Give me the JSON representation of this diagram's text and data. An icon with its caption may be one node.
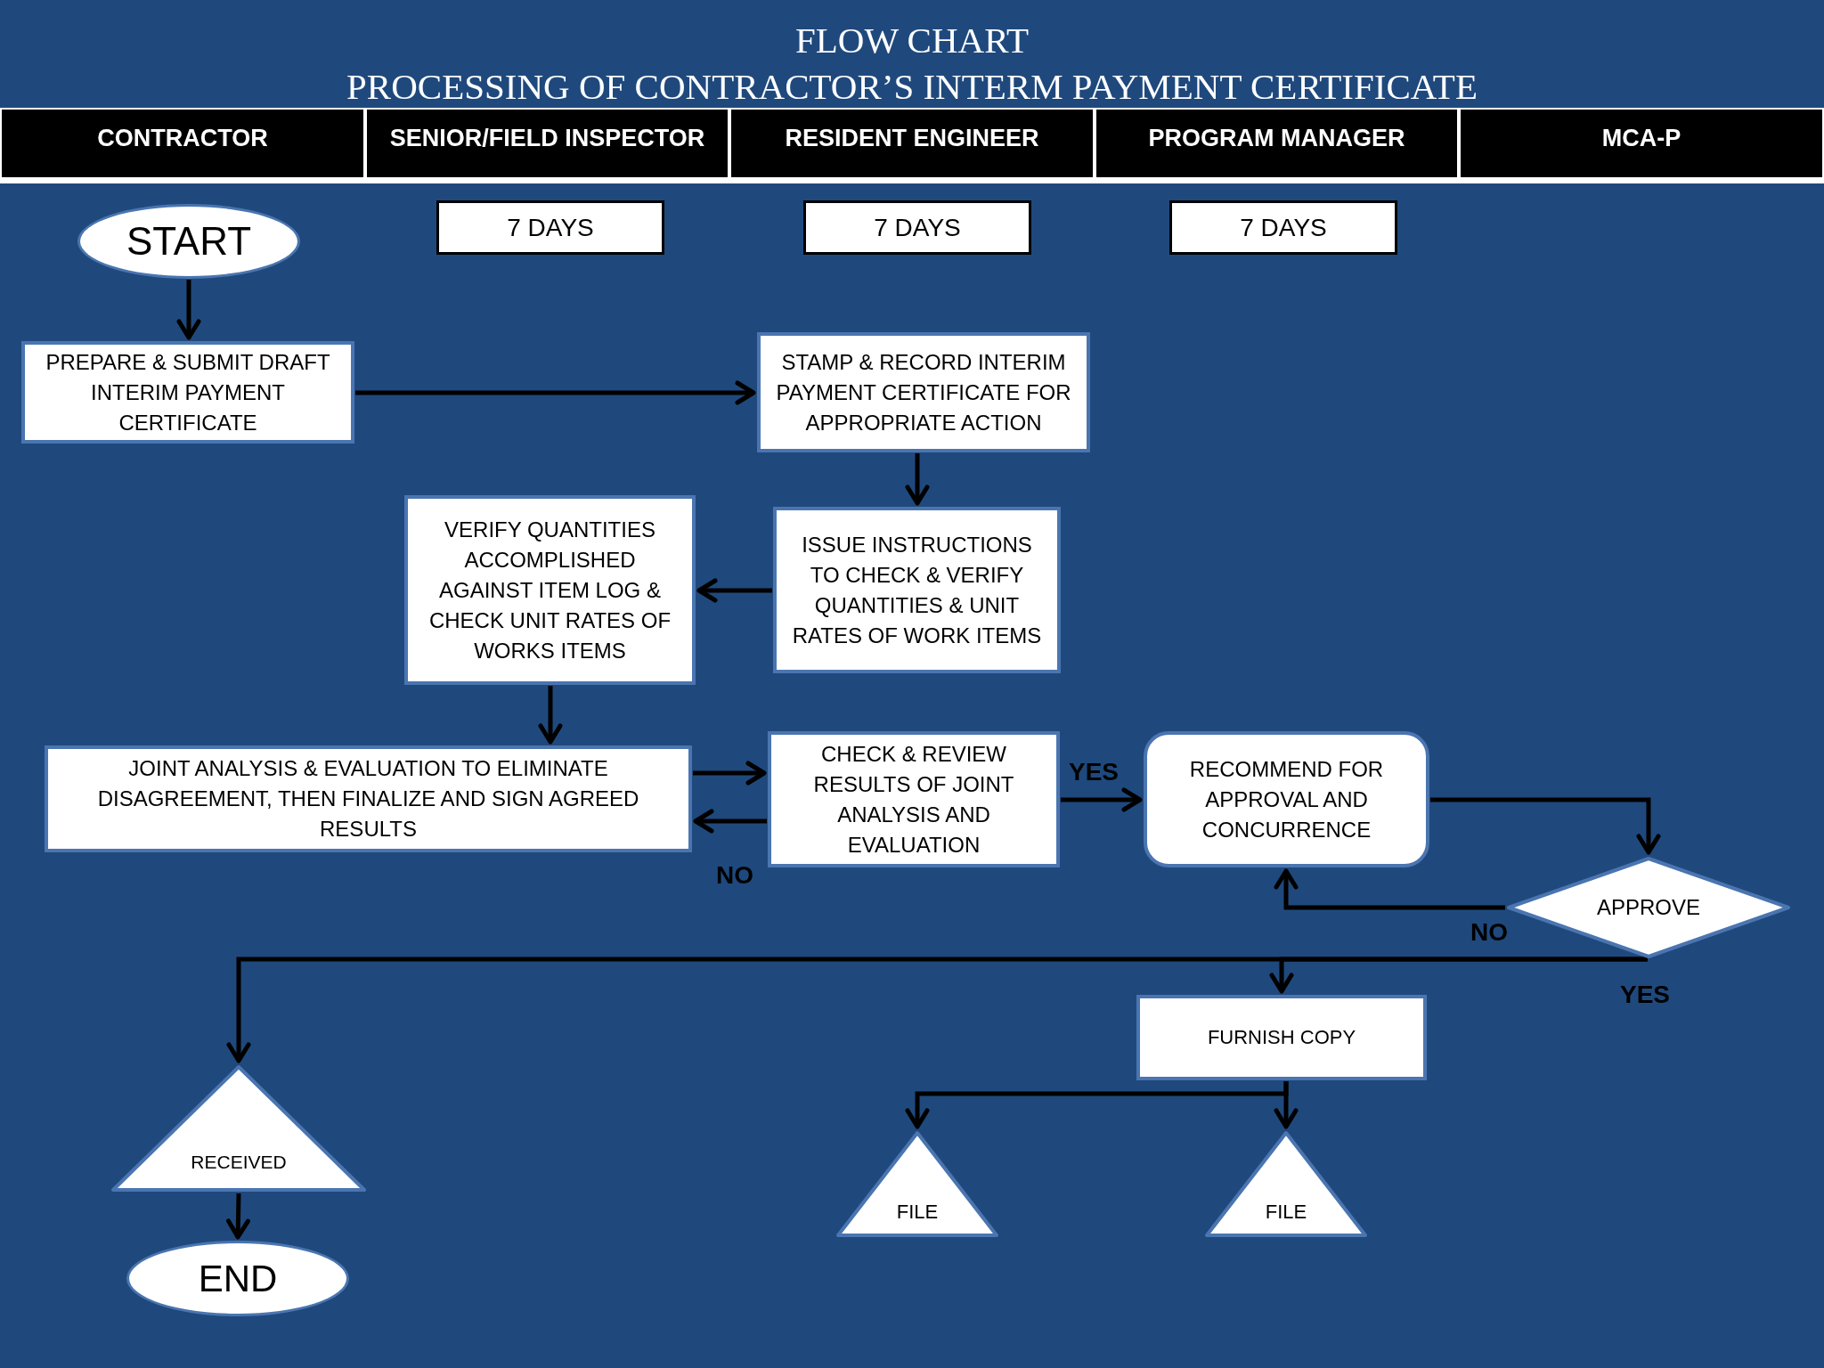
{
  "diagram": {
    "title": "FLOW CHART",
    "nodes": [
      {
        "text": [
          "CONTRACTOR"
        ]
      },
      {
        "text": [
          "SENIOR/FIELD INSPECTOR"
        ]
      },
      {
        "text": [
          "RESIDENT ENGINEER"
        ]
      },
      {
        "text": [
          "PROGRAM MANAGER"
        ]
      },
      {
        "text": [
          "MCA-P"
        ]
      },
      {
        "text": [
          "7 DAYS"
        ]
      },
      {
        "text": [
          "7 DAYS"
        ]
      },
      {
        "text": [
          "7 DAYS"
        ]
      },
      {
        "text": [
          "START"
        ]
      },
      {
        "text": [
          "PREPARE & SUBMIT DRAFT INTERIM PAYMENT CERTIFICATE"
        ]
      },
      {
        "text": [
          "STAMP & RECORD INTERIM PAYMENT CERTIFICATE FOR APPROPRIATE ACTION"
        ]
      },
      {
        "text": [
          "VERIFY QUANTITIES ACCOMPLISHED AGAINST ITEM LOG & CHECK UNIT RATES OF WORKS ITEMS"
        ]
      },
      {
        "text": [
          "ISSUE INSTRUCTIONS TO CHECK & VERIFY QUANTITIES & UNIT RATES OF WORK ITEMS"
        ]
      },
      {
        "text": [
          "JOINT ANALYSIS & EVALUATION TO ELIMINATE DISAGREEMENT, THEN FINALIZE AND SIGN AGREED RESULTS"
        ]
      },
      {
        "text": [
          "CHECK & REVIEW RESULTS OF JOINT ANALYSIS AND EVALUATION"
        ]
      },
      {
        "text": [
          "RECOMMEND FOR APPROVAL AND CONCURRENCE"
        ]
      },
      {
        "text": [
          "APPROVE"
        ]
      },
      {
        "text": [
          "FURNISH COPY"
        ]
      },
      {
        "text": [
          "RECEIVED"
        ]
      },
      {
        "text": [
          "FILE"
        ]
      },
      {
        "text": [
          "FILE"
        ]
      },
      {
        "text": [
          "END"
        ]
      }
    ],
    "edges": [
      {
        "from": 8,
        "to": 9,
        "arrow": "to"
      },
      {
        "from": 9,
        "to": 10,
        "arrow": "to"
      },
      {
        "from": 10,
        "to": 12,
        "arrow": "to"
      },
      {
        "from": 12,
        "to": 11,
        "arrow": "to"
      },
      {
        "from": 11,
        "to": 13,
        "arrow": "to"
      },
      {
        "from": 13,
        "to": 14,
        "arrow": "to"
      },
      {
        "from": 14,
        "to": 13,
        "arrow": "to",
        "label": "NO"
      },
      {
        "from": 14,
        "to": 15,
        "arrow": "to",
        "label": "YES"
      },
      {
        "from": 15,
        "to": 16,
        "arrow": "to"
      },
      {
        "from": 16,
        "to": 15,
        "arrow": "to",
        "label": "NO"
      },
      {
        "from": 16,
        "to": 18,
        "arrow": "to",
        "label": "YES"
      },
      {
        "from": 16,
        "to": 17,
        "arrow": "to"
      },
      {
        "from": 17,
        "to": 19,
        "arrow": "to"
      },
      {
        "from": 17,
        "to": 20,
        "arrow": "to"
      },
      {
        "from": 18,
        "to": 21,
        "arrow": "to"
      }
    ],
    "labels": [
      "PROCESSING OF CONTRACTOR’S INTERM PAYMENT CERTIFICATE"
    ]
  }
}
